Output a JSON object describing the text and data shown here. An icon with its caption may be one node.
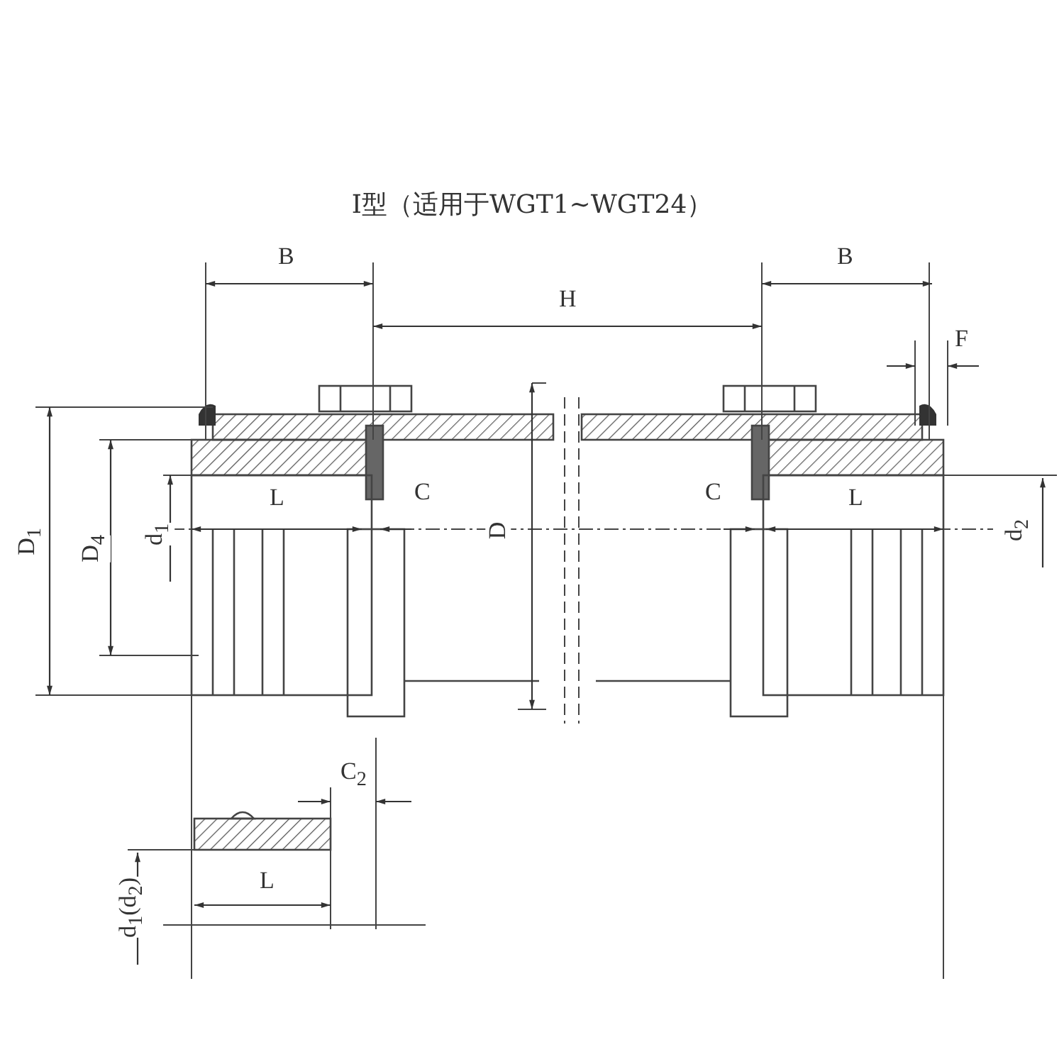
{
  "diagram": {
    "title": "I型（适用于WGT1~WGT24）",
    "labels": [
      "B",
      "H",
      "B",
      "F",
      "D$_{1}$",
      "D$_{4}$",
      "d$_{1}$",
      "L",
      "C",
      "D",
      "C",
      "L",
      "d$_{2}$",
      "C$_{2}$",
      "L",
      "d$_{1}$(d$_{2}$)"
    ]
  }
}
